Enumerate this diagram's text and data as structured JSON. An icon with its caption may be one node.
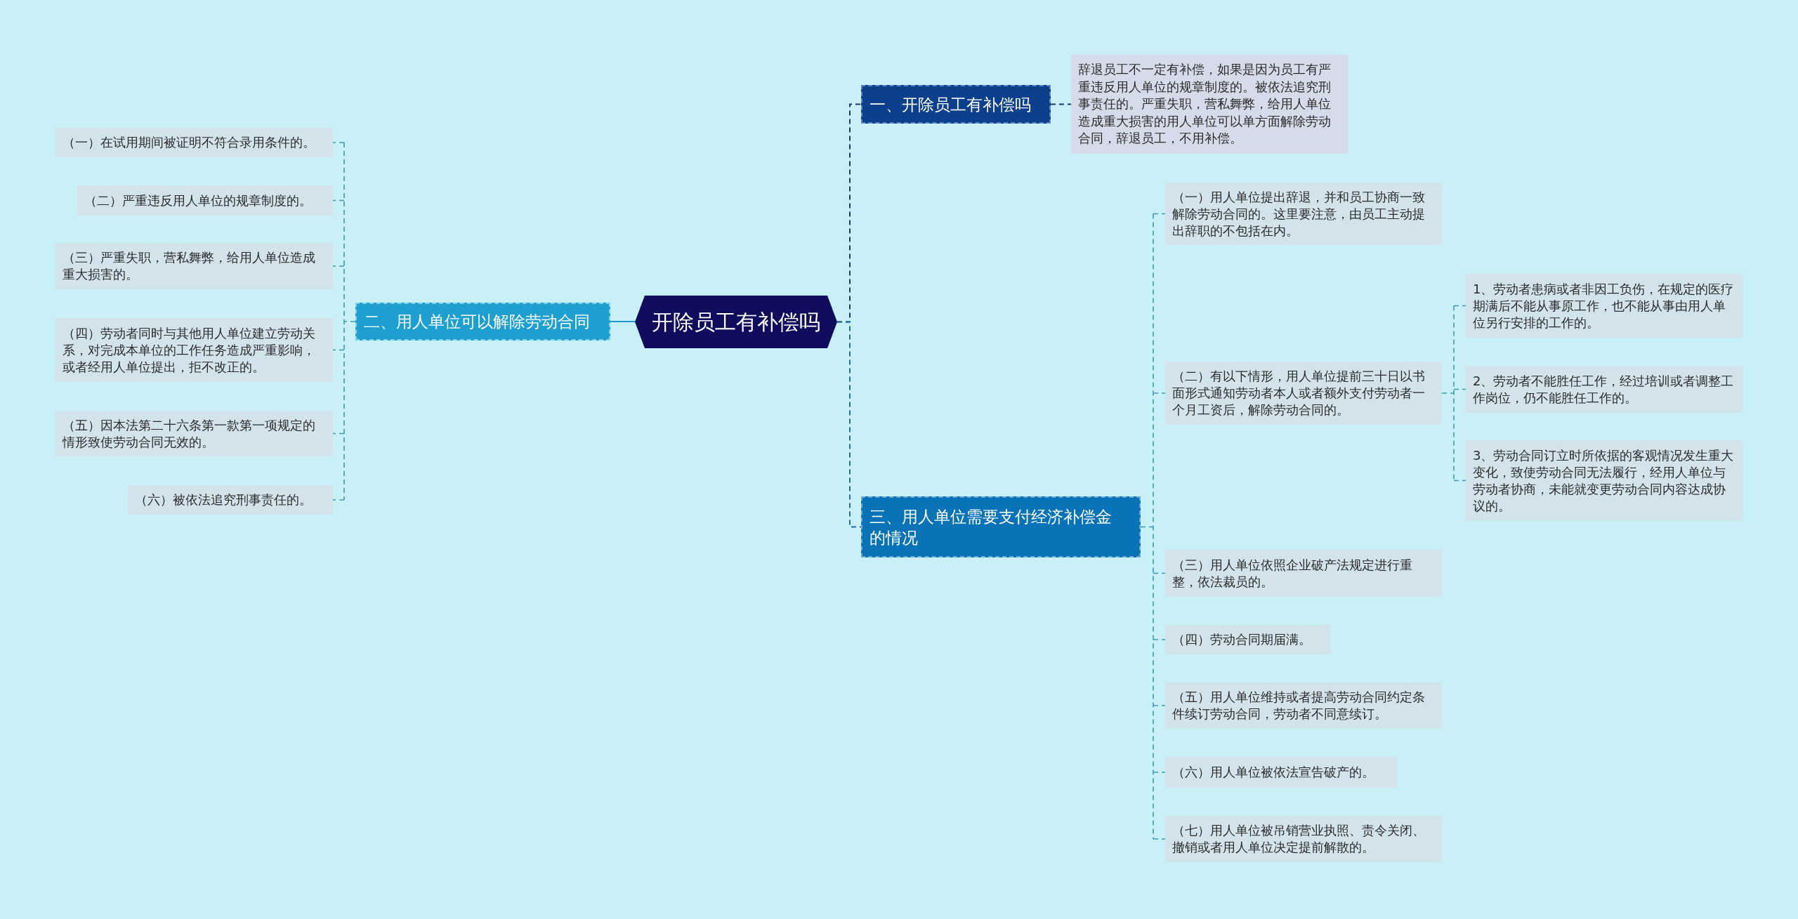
{
  "diagram": {
    "nodes": [
      {
        "text": [
          "开除员工有补偿吗"
        ]
      },
      {
        "text": [
          "一、开除员工有补偿吗"
        ]
      },
      {
        "text": [
          "辞退员工不一定有补偿，如果是因为员工有严重违反用人单位的规章制度的。被依法追究刑事责任的。严重失职，营私舞弊，给用人单位造成重大损害的用人单位可以单方面解除劳动合同，辞退员工，不用补偿。"
        ]
      },
      {
        "text": [
          "二、用人单位可以解除劳动合同"
        ]
      },
      {
        "text": [
          "（一）在试用期间被证明不符合录用条件的。"
        ]
      },
      {
        "text": [
          "（二）严重违反用人单位的规章制度的。"
        ]
      },
      {
        "text": [
          "（三）严重失职，营私舞弊，给用人单位造成重大损害的。"
        ]
      },
      {
        "text": [
          "（四）劳动者同时与其他用人单位建立劳动关系，对完成本单位的工作任务造成严重影响，或者经用人单位提出，拒不改正的。"
        ]
      },
      {
        "text": [
          "（五）因本法第二十六条第一款第一项规定的情形致使劳动合同无效的。"
        ]
      },
      {
        "text": [
          "（六）被依法追究刑事责任的。"
        ]
      },
      {
        "text": [
          "三、用人单位需要支付经济补偿金的情况"
        ]
      },
      {
        "text": [
          "（一）用人单位提出辞退，并和员工协商一致解除劳动合同的。这里要注意，由员工主动提出辞职的不包括在内。"
        ]
      },
      {
        "text": [
          "（二）有以下情形，用人单位提前三十日以书面形式通知劳动者本人或者额外支付劳动者一个月工资后，解除劳动合同的。"
        ]
      },
      {
        "text": [
          "1、劳动者患病或者非因工负伤，在规定的医疗期满后不能从事原工作，也不能从事由用人单位另行安排的工作的。"
        ]
      },
      {
        "text": [
          "2、劳动者不能胜任工作，经过培训或者调整工作岗位，仍不能胜任工作的。"
        ]
      },
      {
        "text": [
          "3、劳动合同订立时所依据的客观情况发生重大变化，致使劳动合同无法履行，经用人单位与劳动者协商，未能就变更劳动合同内容达成协议的。"
        ]
      },
      {
        "text": [
          "（三）用人单位依照企业破产法规定进行重整，依法裁员的。"
        ]
      },
      {
        "text": [
          "（四）劳动合同期届满。"
        ]
      },
      {
        "text": [
          "（五）用人单位维持或者提高劳动合同约定条件续订劳动合同，劳动者不同意续订。"
        ]
      },
      {
        "text": [
          "（六）用人单位被依法宣告破产的。"
        ]
      },
      {
        "text": [
          "（七）用人单位被吊销营业执照、责令关闭、撤销或者用人单位决定提前解散的。"
        ]
      }
    ],
    "edges": [
      {
        "from": 0,
        "to": 1,
        "arrow": "none",
        "style": "dashed",
        "color": "#18387a"
      },
      {
        "from": 1,
        "to": 2,
        "arrow": "none",
        "style": "dashed",
        "color": "#18387a"
      },
      {
        "from": 0,
        "to": 3,
        "arrow": "none",
        "color": "#1d9ad0"
      },
      {
        "from": 3,
        "to": 4,
        "arrow": "none",
        "style": "dashed"
      },
      {
        "from": 3,
        "to": 5,
        "arrow": "none",
        "style": "dashed"
      },
      {
        "from": 3,
        "to": 6,
        "arrow": "none",
        "style": "dashed"
      },
      {
        "from": 3,
        "to": 7,
        "arrow": "none",
        "style": "dashed"
      },
      {
        "from": 3,
        "to": 8,
        "arrow": "none",
        "style": "dashed"
      },
      {
        "from": 3,
        "to": 9,
        "arrow": "none",
        "style": "dashed"
      },
      {
        "from": 0,
        "to": 10,
        "arrow": "none",
        "style": "dashed",
        "color": "#1f6fa8"
      },
      {
        "from": 10,
        "to": 11,
        "arrow": "none",
        "style": "dashed"
      },
      {
        "from": 10,
        "to": 12,
        "arrow": "none",
        "style": "dashed"
      },
      {
        "from": 12,
        "to": 13,
        "arrow": "none",
        "style": "dashed"
      },
      {
        "from": 12,
        "to": 14,
        "arrow": "none",
        "style": "dashed"
      },
      {
        "from": 12,
        "to": 15,
        "arrow": "none",
        "style": "dashed"
      },
      {
        "from": 10,
        "to": 16,
        "arrow": "none",
        "style": "dashed"
      },
      {
        "from": 10,
        "to": 17,
        "arrow": "none",
        "style": "dashed"
      },
      {
        "from": 10,
        "to": 18,
        "arrow": "none",
        "style": "dashed"
      },
      {
        "from": 10,
        "to": 19,
        "arrow": "none",
        "style": "dashed"
      },
      {
        "from": 10,
        "to": 20,
        "arrow": "none",
        "style": "dashed"
      }
    ]
  }
}
